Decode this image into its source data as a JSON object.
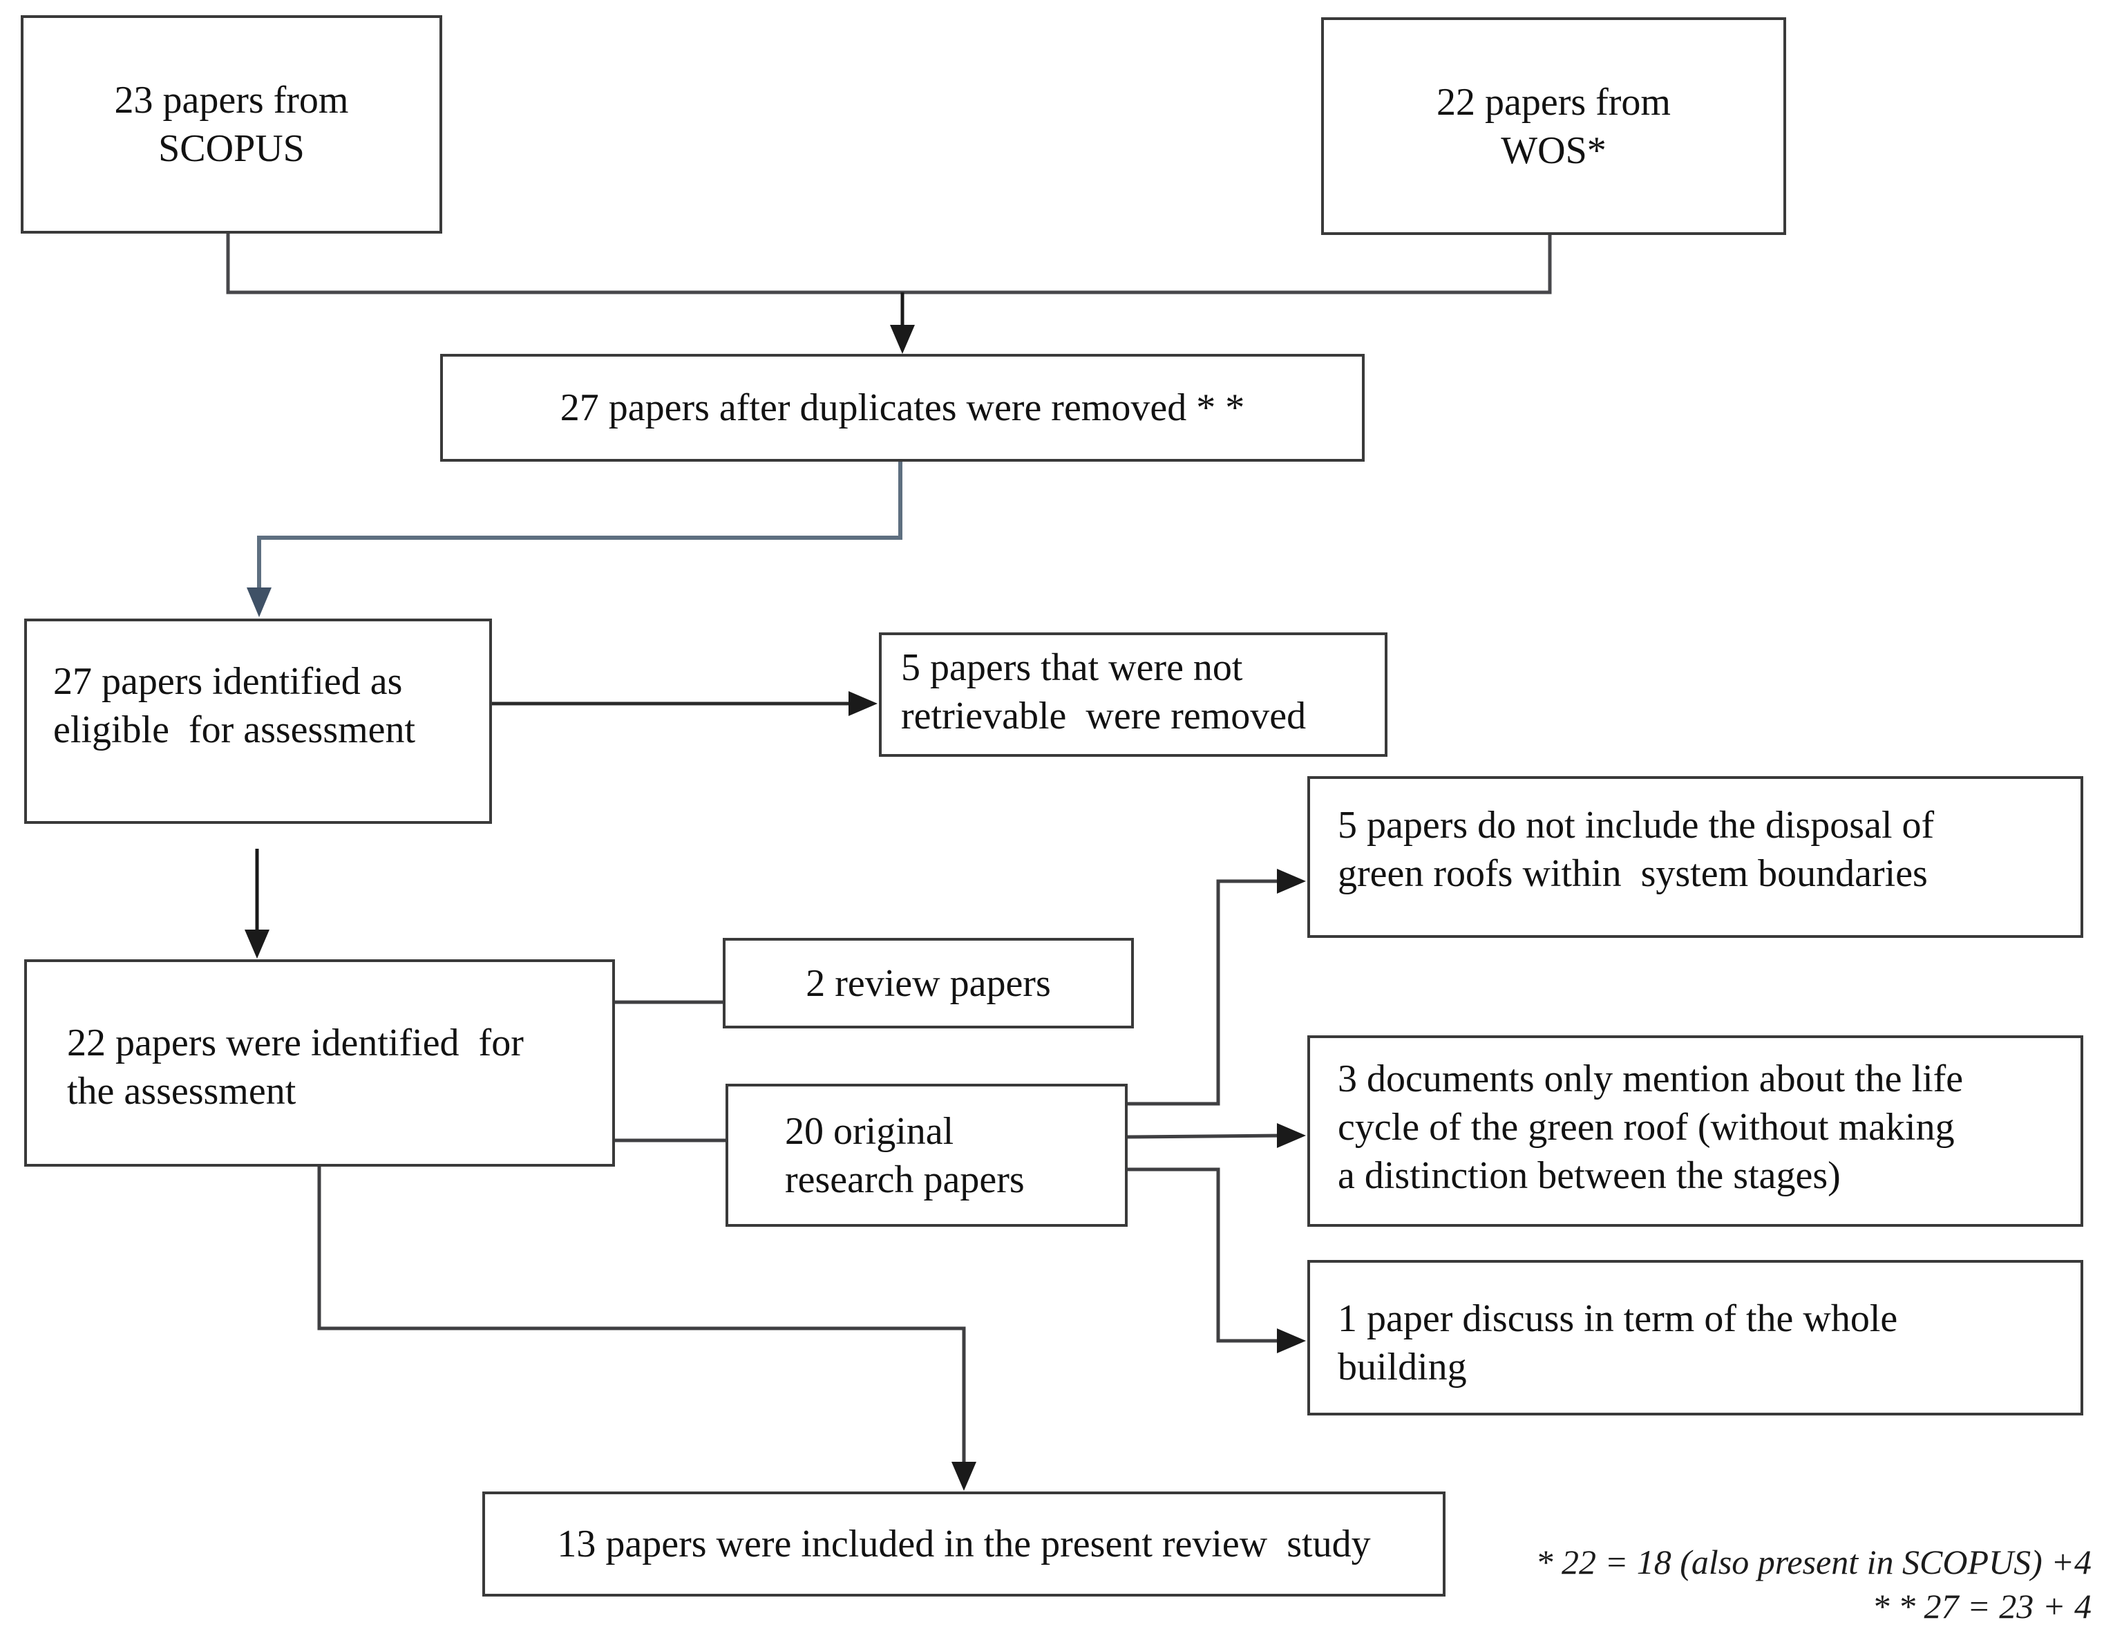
{
  "diagram": {
    "boxes": {
      "scopus": {
        "lines": [
          "23 papers from",
          "SCOPUS"
        ]
      },
      "wos": {
        "lines": [
          "22 papers from",
          "WOS*"
        ]
      },
      "duplicates": {
        "lines": [
          "27 papers after duplicates were removed * *"
        ]
      },
      "eligible": {
        "lines": [
          "27 papers identified as",
          "eligible  for assessment"
        ]
      },
      "not_retrievable": {
        "lines": [
          "5 papers that were not",
          "retrievable  were removed"
        ]
      },
      "identified": {
        "lines": [
          "22 papers were identified  for",
          "the assessment"
        ]
      },
      "review": {
        "lines": [
          "2 review papers"
        ]
      },
      "original": {
        "lines": [
          "20 original",
          "research papers"
        ]
      },
      "disposal": {
        "lines": [
          "5 papers do not include the disposal of",
          "green roofs within  system boundaries"
        ]
      },
      "lifecycle": {
        "lines": [
          "3 documents only mention about the life",
          "cycle of the green roof (without making",
          "a distinction between the stages)"
        ]
      },
      "whole_building": {
        "lines": [
          "1 paper discuss in term of the whole",
          "building"
        ]
      },
      "included": {
        "lines": [
          "13 papers were included in the present review  study"
        ]
      }
    },
    "footnotes": {
      "lines": [
        "* 22 = 18 (also present in SCOPUS) +4",
        "* * 27 = 23 + 4"
      ]
    },
    "colors": {
      "background": "#ffffff",
      "box_border": "#3a3a3a",
      "text": "#121212",
      "connector_dark": "#3f3f42",
      "connector_slate": "#5e6f80",
      "arrowhead_black": "#1a1a1a",
      "arrowhead_slate": "#3f5166"
    }
  }
}
